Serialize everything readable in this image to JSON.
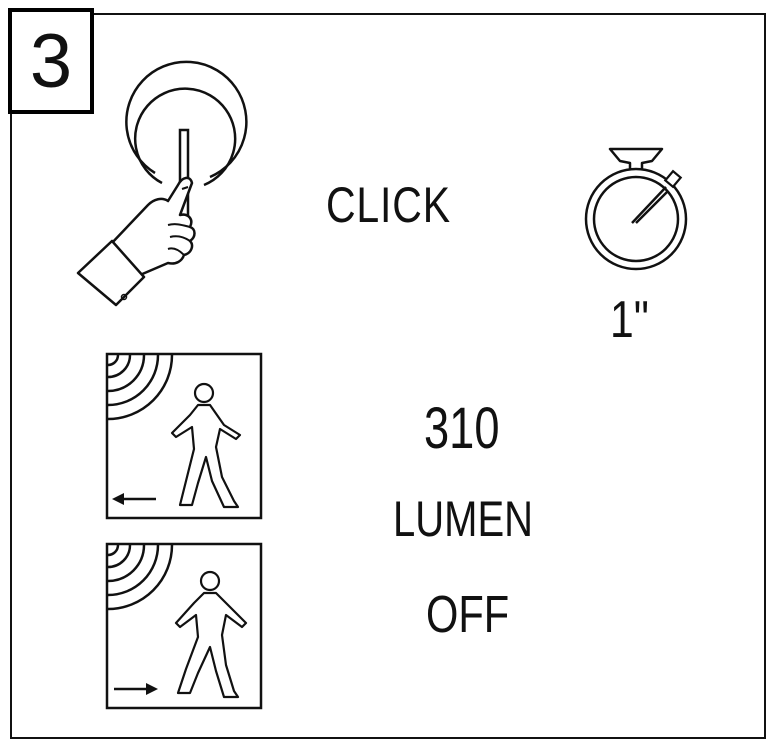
{
  "step": {
    "number": "3"
  },
  "action": {
    "label": "CLICK",
    "duration": "1\""
  },
  "icons": {
    "press": "hand-press-power-icon",
    "timer": "stopwatch-icon",
    "approach": "motion-sensor-approach-icon",
    "leave": "motion-sensor-leave-icon"
  },
  "output": {
    "value": "310",
    "unit": "LUMEN",
    "state": "OFF"
  }
}
